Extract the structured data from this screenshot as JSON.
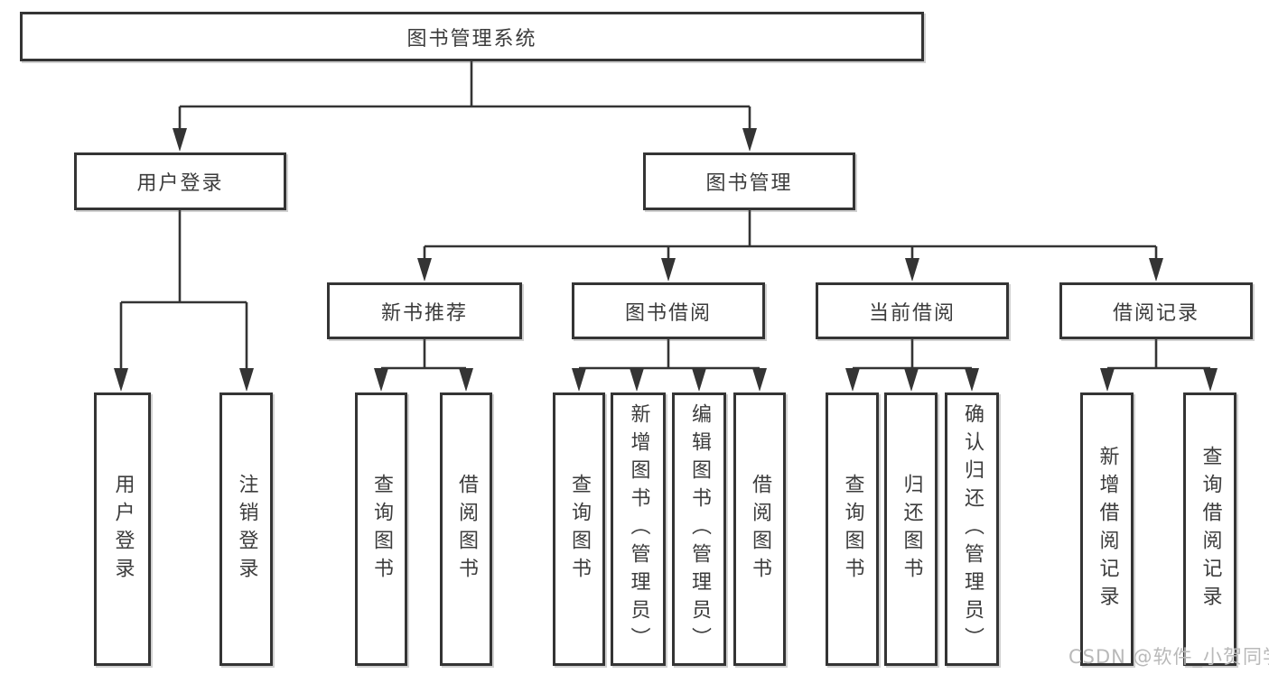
{
  "tree": {
    "label": "图书管理系统",
    "children": [
      {
        "label": "用户登录",
        "children": [
          {
            "label": "用户登录"
          },
          {
            "label": "注销登录"
          }
        ]
      },
      {
        "label": "图书管理",
        "children": [
          {
            "label": "新书推荐",
            "children": [
              {
                "label": "查询图书"
              },
              {
                "label": "借阅图书"
              }
            ]
          },
          {
            "label": "图书借阅",
            "children": [
              {
                "label": "查询图书"
              },
              {
                "label": "新增图书（管理员）"
              },
              {
                "label": "编辑图书（管理员）"
              },
              {
                "label": "借阅图书"
              }
            ]
          },
          {
            "label": "当前借阅",
            "children": [
              {
                "label": "查询图书"
              },
              {
                "label": "归还图书"
              },
              {
                "label": "确认归还（管理员）"
              }
            ]
          },
          {
            "label": "借阅记录",
            "children": [
              {
                "label": "新增借阅记录"
              },
              {
                "label": "查询借阅记录"
              }
            ]
          }
        ]
      }
    ]
  },
  "watermark": {
    "text": "CSDN @软件_小贺同学"
  },
  "colors": {
    "line": "#343434",
    "box_border": "#343434",
    "text": "#3c3c3c",
    "watermark": "#b9b9b9",
    "background": "#ffffff"
  }
}
